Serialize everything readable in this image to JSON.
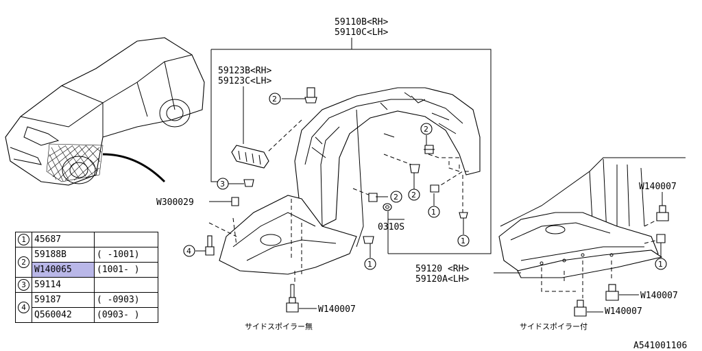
{
  "labels": {
    "inner_rh": "59110B<RH>",
    "inner_lh": "59110C<LH>",
    "bracket_rh": "59123B<RH>",
    "bracket_lh": "59123C<LH>",
    "clip_w300029": "W300029",
    "nut_0310s": "0310S",
    "cover_rh": "59120 <RH>",
    "cover_lh": "59120A<LH>",
    "w140007_a": "W140007",
    "w140007_b": "W140007",
    "w140007_c": "W140007",
    "w140007_d": "W140007",
    "caption_left": "サイドスポイラー無",
    "caption_right": "サイドスポイラー付",
    "diagram_code": "A541001106"
  },
  "callouts": {
    "c1": "1",
    "c2": "2",
    "c3": "3",
    "c4": "4"
  },
  "table": {
    "rows": [
      {
        "ref": "1",
        "part": "45687",
        "range": ""
      },
      {
        "ref": "2",
        "part": "59188B",
        "range": "(    -1001)"
      },
      {
        "ref": "",
        "part": "W140065",
        "range": "(1001-    )"
      },
      {
        "ref": "3",
        "part": "59114",
        "range": ""
      },
      {
        "ref": "4",
        "part": "59187",
        "range": "(   -0903)"
      },
      {
        "ref": "",
        "part": "Q560042",
        "range": "(0903-    )"
      }
    ]
  },
  "colors": {
    "highlight": "#b9b7e8",
    "line": "#000000"
  }
}
